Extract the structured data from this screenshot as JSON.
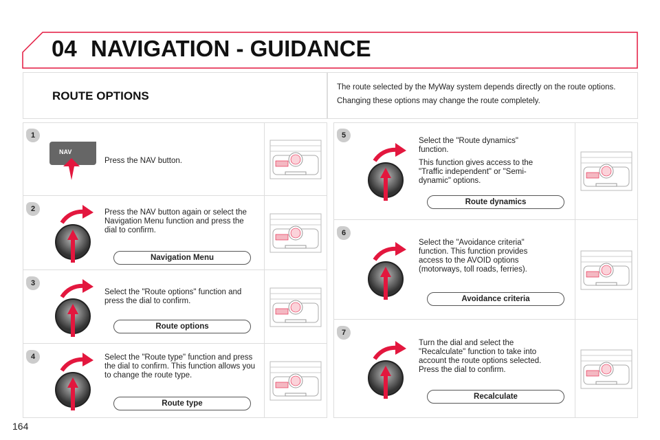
{
  "header": {
    "chapter": "04",
    "title": "NAVIGATION - GUIDANCE"
  },
  "section_title": "ROUTE OPTIONS",
  "intro": [
    "The route selected by the MyWay system depends directly on the route options.",
    "Changing these options may change the route completely."
  ],
  "nav_button_label": "NAV",
  "steps": [
    {
      "number": "1",
      "text": [
        "Press the NAV button."
      ],
      "menu": null
    },
    {
      "number": "2",
      "text": [
        "Press the NAV button again or select the Navigation Menu function and press the dial to confirm."
      ],
      "menu": "Navigation Menu"
    },
    {
      "number": "3",
      "text": [
        "Select the \"Route options\" function and press the dial to confirm."
      ],
      "menu": "Route options"
    },
    {
      "number": "4",
      "text": [
        "Select the \"Route type\" function and press the dial to confirm. This function allows you to change the route type."
      ],
      "menu": "Route type"
    },
    {
      "number": "5",
      "text": [
        "Select the \"Route dynamics\" function.",
        "This function gives access to the \"Traffic independent\" or \"Semi-dynamic\" options."
      ],
      "menu": "Route dynamics"
    },
    {
      "number": "6",
      "text": [
        "Select the \"Avoidance criteria\" function. This function provides access to the AVOID options (motorways, toll roads, ferries)."
      ],
      "menu": "Avoidance criteria"
    },
    {
      "number": "7",
      "text": [
        "Turn the dial and select the \"Recalculate\" function to take into account the route options selected. Press the dial to confirm."
      ],
      "menu": "Recalculate"
    }
  ],
  "page_number": "164",
  "colors": {
    "accent": "#e3173e",
    "badge": "#cccccc"
  }
}
